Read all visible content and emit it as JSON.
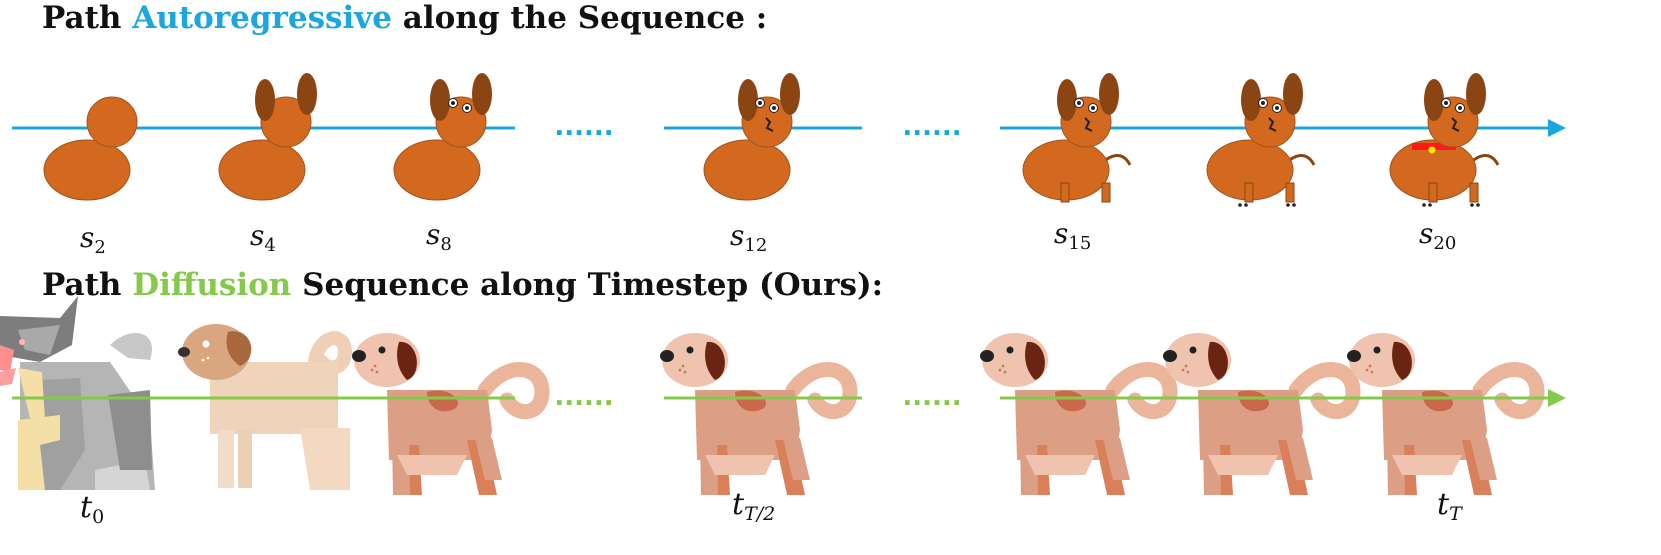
{
  "top_heading": {
    "prefix": "Path ",
    "highlight": "Autoregressive",
    "suffix": " along the Sequence :"
  },
  "bottom_heading": {
    "prefix": "Path ",
    "highlight": "Diffusion",
    "suffix": " Sequence along Timestep (Ours):"
  },
  "colors": {
    "autoregressive": "#1ca6e0",
    "diffusion": "#84c94a",
    "shape_fill": "#d2691e",
    "ear": "#8b4513"
  },
  "ellipsis": "......",
  "sequence_labels": [
    {
      "base": "s",
      "sub": "2"
    },
    {
      "base": "s",
      "sub": "4"
    },
    {
      "base": "s",
      "sub": "8"
    },
    {
      "base": "s",
      "sub": "12"
    },
    {
      "base": "s",
      "sub": "15"
    },
    {
      "base": "s",
      "sub": "20"
    }
  ],
  "timestep_labels": [
    {
      "base": "t",
      "sub": "0"
    },
    {
      "base": "t",
      "sub": "T/2"
    },
    {
      "base": "t",
      "sub": "T"
    }
  ]
}
